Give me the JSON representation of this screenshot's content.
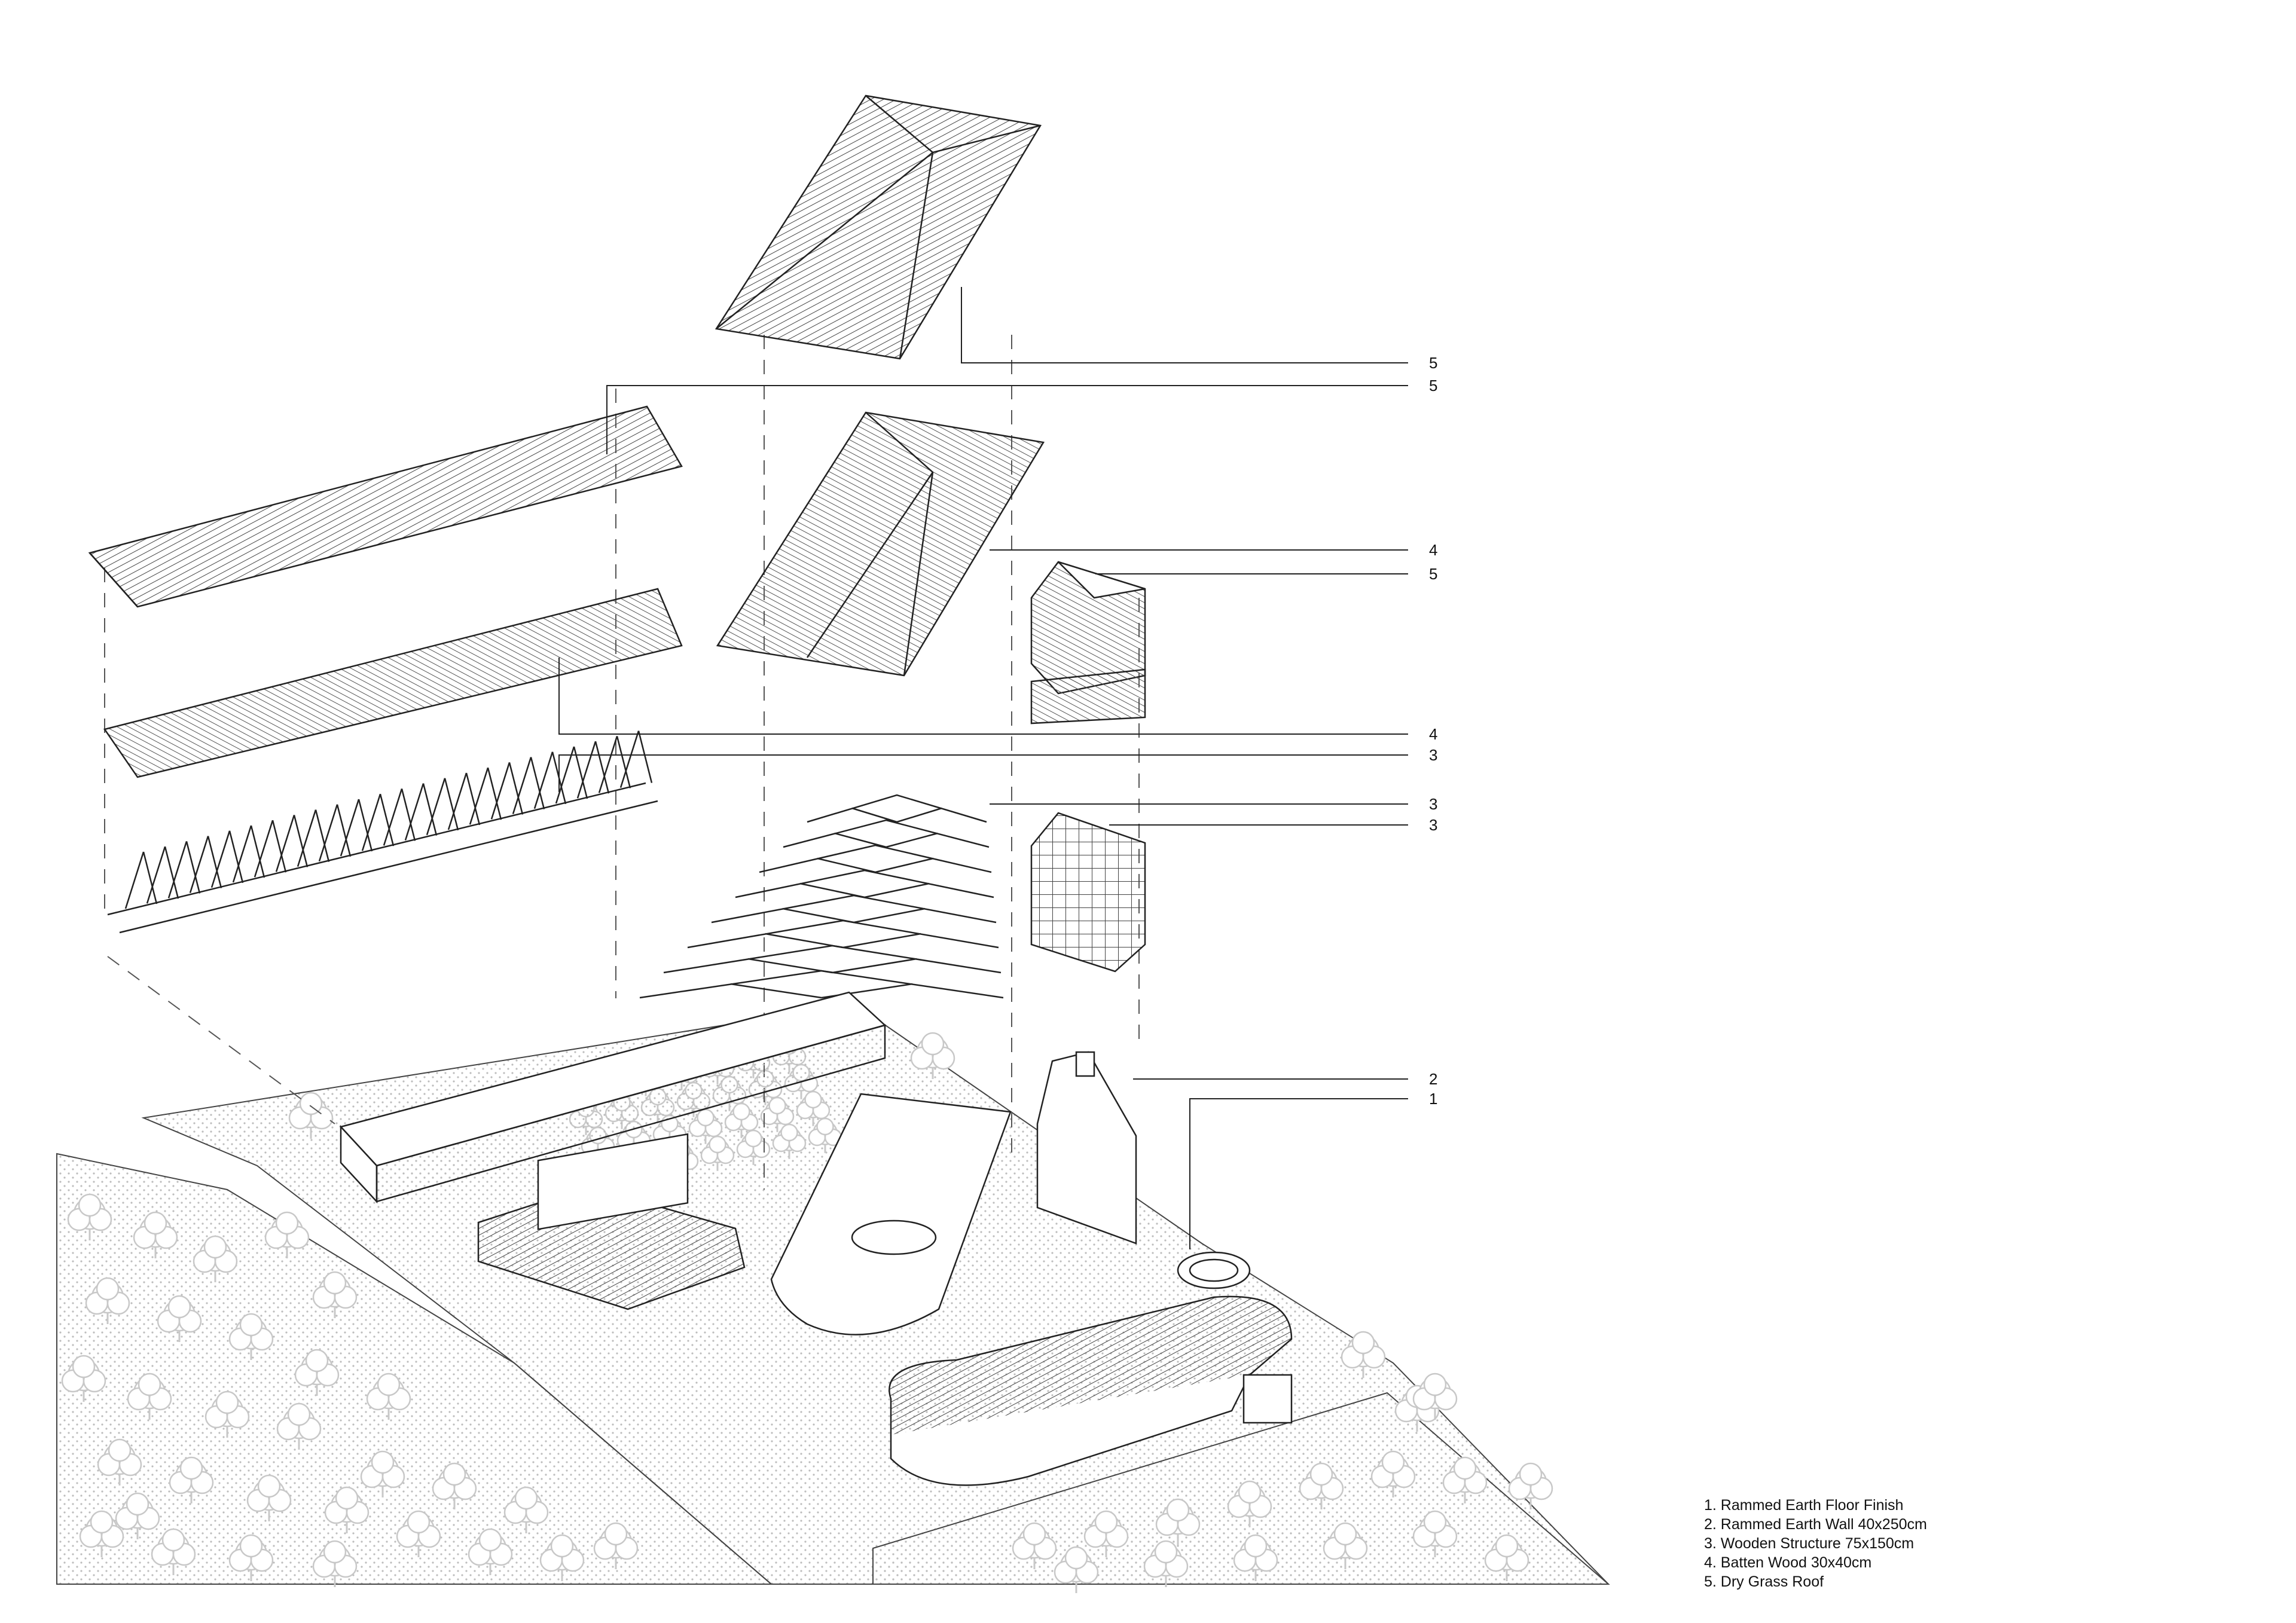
{
  "callouts": [
    {
      "label": "5"
    },
    {
      "label": "5"
    },
    {
      "label": "4"
    },
    {
      "label": "5"
    },
    {
      "label": "4"
    },
    {
      "label": "3"
    },
    {
      "label": "3"
    },
    {
      "label": "3"
    },
    {
      "label": "2"
    },
    {
      "label": "1"
    }
  ],
  "legend": {
    "items": [
      "1. Rammed Earth Floor Finish",
      "2. Rammed Earth Wall 40x250cm",
      "3. Wooden Structure 75x150cm",
      "4. Batten Wood 30x40cm",
      "5. Dry Grass Roof"
    ]
  },
  "colors": {
    "line": "#222222",
    "ground_dots": "#bdbdbd",
    "tree": "#c8c8c8",
    "background": "#ffffff"
  }
}
